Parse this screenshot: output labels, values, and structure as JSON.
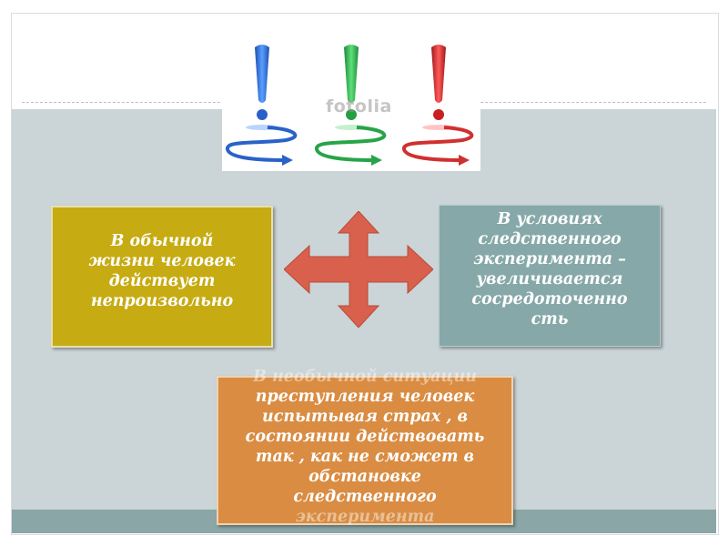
{
  "watermark": "fotolia",
  "boxes": {
    "left": [
      "В обычной",
      "жизни  человек",
      "действует",
      "непроизвольно"
    ],
    "right": [
      "В условиях",
      "следственного",
      "эксперимента –",
      "увеличивается",
      "сосредоточенно",
      "сть"
    ],
    "bottom_top_faded": "В необычной ситуации",
    "bottom": [
      "преступления человек",
      "испытывая страх , в",
      "состоянии действовать",
      "так , как не сможет в",
      "обстановке",
      "следственного"
    ],
    "bottom_last_faded": "эксперимента"
  },
  "icons": {
    "exclamations": [
      "blue-exclamation-icon",
      "green-exclamation-icon",
      "red-exclamation-icon"
    ],
    "four_way_arrow": "four-way-arrow-icon"
  },
  "colors": {
    "left_box": "#c6ab12",
    "right_box": "#86a8a8",
    "bottom_box": "#d98c42",
    "arrow": "#d9604d",
    "panel": "#cbd4d6",
    "bar": "#8aa6a6"
  }
}
